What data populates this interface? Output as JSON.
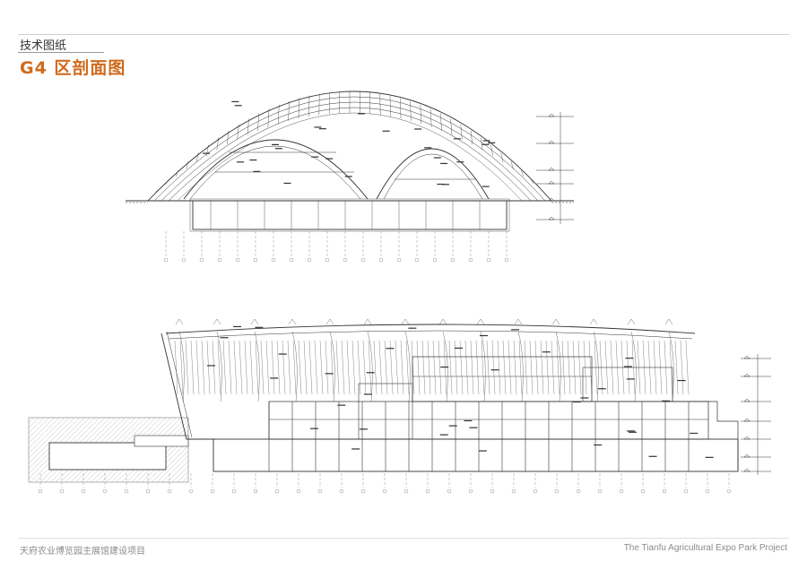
{
  "header": {
    "section_label": "技术图纸",
    "title": "G4 区剖面图",
    "title_color": "#d06a1c"
  },
  "footer": {
    "project_cn": "天府农业博览园主展馆建设项目",
    "project_en": "The Tianfu Agricultural Expo Park Project"
  },
  "drawings": {
    "line_color": "#333333",
    "hatch_color": "#777777"
  }
}
